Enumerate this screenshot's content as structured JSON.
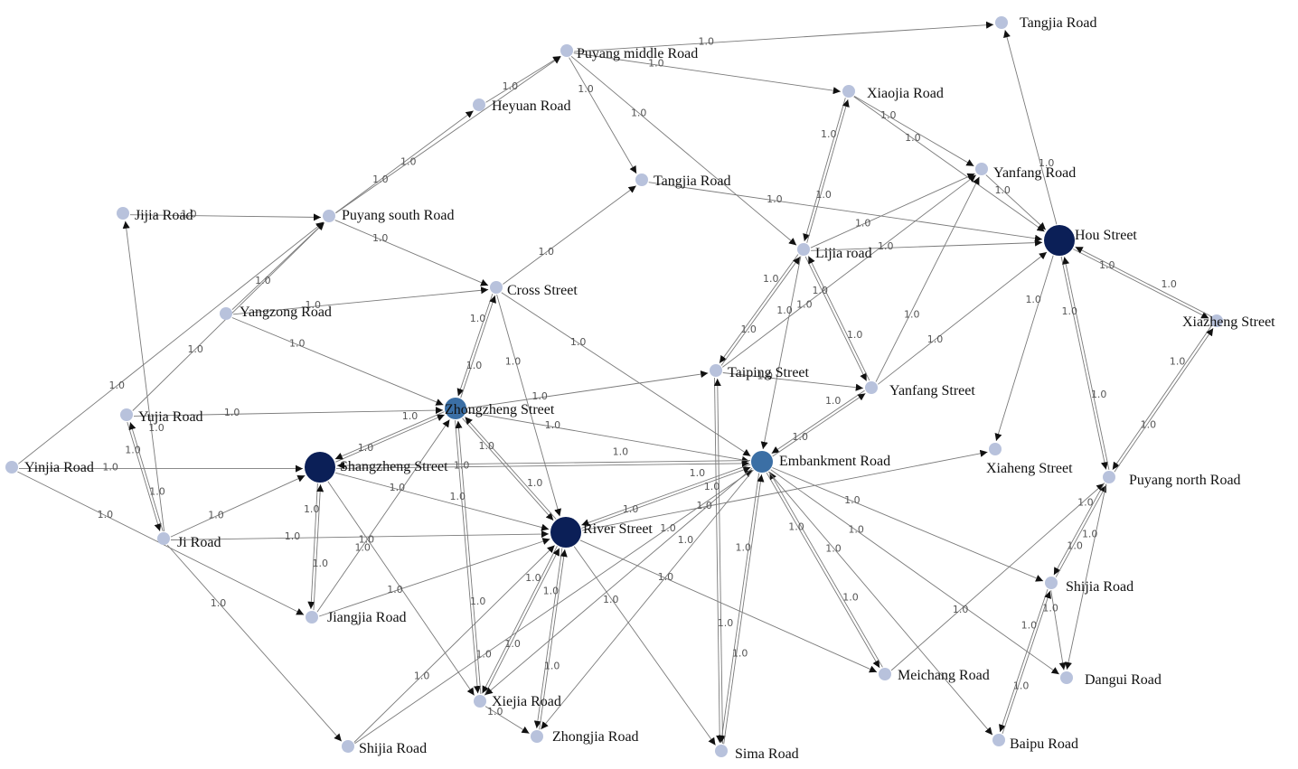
{
  "colors": {
    "minor_node": "#b8c2dc",
    "mid_node": "#3b6fa5",
    "major_node": "#0b1f57",
    "edge": "#7a7a7a",
    "arrow": "#111111"
  },
  "edge_weight_label": "1.0",
  "nodes": [
    {
      "id": "tangjia_ne",
      "label": "Tangjia Road",
      "tier": "minor"
    },
    {
      "id": "puyang_mid",
      "label": "Puyang middle Road",
      "tier": "minor"
    },
    {
      "id": "xiaojia",
      "label": "Xiaojia Road",
      "tier": "minor"
    },
    {
      "id": "heyuan",
      "label": "Heyuan Road",
      "tier": "minor"
    },
    {
      "id": "yanfang_road",
      "label": "Yanfang Road",
      "tier": "minor"
    },
    {
      "id": "tangjia_mid",
      "label": "Tangjia Road",
      "tier": "minor"
    },
    {
      "id": "jijia",
      "label": "Jijia Road",
      "tier": "minor"
    },
    {
      "id": "puyang_south",
      "label": "Puyang south Road",
      "tier": "minor"
    },
    {
      "id": "hou",
      "label": "Hou Street",
      "tier": "major"
    },
    {
      "id": "lijia",
      "label": "Lijia road",
      "tier": "minor"
    },
    {
      "id": "cross",
      "label": "Cross Street",
      "tier": "minor"
    },
    {
      "id": "yangzong",
      "label": "Yangzong Road",
      "tier": "minor"
    },
    {
      "id": "xiazheng",
      "label": "Xiazheng Street",
      "tier": "minor"
    },
    {
      "id": "taiping",
      "label": "Taiping Street",
      "tier": "minor"
    },
    {
      "id": "yanfang_street",
      "label": "Yanfang Street",
      "tier": "minor"
    },
    {
      "id": "zhongzheng",
      "label": "Zhongzheng Street",
      "tier": "mid"
    },
    {
      "id": "yujia",
      "label": "Yujia Road",
      "tier": "minor"
    },
    {
      "id": "yinjia",
      "label": "Yinjia Road",
      "tier": "minor"
    },
    {
      "id": "shangzheng",
      "label": "Shangzheng Street",
      "tier": "major"
    },
    {
      "id": "embankment",
      "label": "Embankment Road",
      "tier": "mid"
    },
    {
      "id": "xiaheng",
      "label": "Xiaheng Street",
      "tier": "minor"
    },
    {
      "id": "puyang_north",
      "label": "Puyang north Road",
      "tier": "minor"
    },
    {
      "id": "river",
      "label": "River Street",
      "tier": "major"
    },
    {
      "id": "ji",
      "label": "Ji Road",
      "tier": "minor"
    },
    {
      "id": "jiangjia",
      "label": "Jiangjia Road",
      "tier": "minor"
    },
    {
      "id": "shijia_e",
      "label": "Shijia Road",
      "tier": "minor"
    },
    {
      "id": "meichang",
      "label": "Meichang Road",
      "tier": "minor"
    },
    {
      "id": "dangui",
      "label": "Dangui Road",
      "tier": "minor"
    },
    {
      "id": "xiejia",
      "label": "Xiejia Road",
      "tier": "minor"
    },
    {
      "id": "zhongjia",
      "label": "Zhongjia Road",
      "tier": "minor"
    },
    {
      "id": "sima",
      "label": "Sima Road",
      "tier": "minor"
    },
    {
      "id": "baipu",
      "label": "Baipu Road",
      "tier": "minor"
    },
    {
      "id": "shijia_w",
      "label": "Shijia Road",
      "tier": "minor"
    }
  ],
  "edges": [
    [
      "puyang_mid",
      "tangjia_ne"
    ],
    [
      "puyang_mid",
      "xiaojia"
    ],
    [
      "puyang_mid",
      "tangjia_mid"
    ],
    [
      "puyang_mid",
      "lijia"
    ],
    [
      "heyuan",
      "puyang_mid"
    ],
    [
      "puyang_south",
      "heyuan"
    ],
    [
      "puyang_south",
      "puyang_mid"
    ],
    [
      "jijia",
      "puyang_south"
    ],
    [
      "yangzong",
      "puyang_south"
    ],
    [
      "yinjia",
      "puyang_south"
    ],
    [
      "yujia",
      "puyang_south"
    ],
    [
      "puyang_south",
      "cross"
    ],
    [
      "yangzong",
      "cross"
    ],
    [
      "yangzong",
      "zhongzheng"
    ],
    [
      "tangjia_mid",
      "hou"
    ],
    [
      "cross",
      "tangjia_mid"
    ],
    [
      "cross",
      "zhongzheng"
    ],
    [
      "cross",
      "river"
    ],
    [
      "cross",
      "embankment"
    ],
    [
      "zhongzheng",
      "cross"
    ],
    [
      "xiaojia",
      "yanfang_road"
    ],
    [
      "xiaojia",
      "hou"
    ],
    [
      "xiaojia",
      "lijia"
    ],
    [
      "lijia",
      "xiaojia"
    ],
    [
      "hou",
      "tangjia_ne"
    ],
    [
      "yanfang_road",
      "hou"
    ],
    [
      "lijia",
      "hou"
    ],
    [
      "lijia",
      "yanfang_road"
    ],
    [
      "lijia",
      "yanfang_street"
    ],
    [
      "lijia",
      "taiping"
    ],
    [
      "lijia",
      "embankment"
    ],
    [
      "taiping",
      "lijia"
    ],
    [
      "taiping",
      "yanfang_road"
    ],
    [
      "yanfang_street",
      "yanfang_road"
    ],
    [
      "yanfang_street",
      "hou"
    ],
    [
      "yanfang_street",
      "lijia"
    ],
    [
      "hou",
      "xiazheng"
    ],
    [
      "xiazheng",
      "hou"
    ],
    [
      "hou",
      "xiaheng"
    ],
    [
      "hou",
      "puyang_north"
    ],
    [
      "puyang_north",
      "hou"
    ],
    [
      "xiazheng",
      "puyang_north"
    ],
    [
      "puyang_north",
      "xiazheng"
    ],
    [
      "zhongzheng",
      "taiping"
    ],
    [
      "taiping",
      "yanfang_street"
    ],
    [
      "taiping",
      "sima"
    ],
    [
      "sima",
      "taiping"
    ],
    [
      "yanfang_street",
      "embankment"
    ],
    [
      "embankment",
      "yanfang_street"
    ],
    [
      "yujia",
      "zhongzheng"
    ],
    [
      "jiangjia",
      "zhongzheng"
    ],
    [
      "zhongzheng",
      "embankment"
    ],
    [
      "zhongzheng",
      "river"
    ],
    [
      "zhongzheng",
      "xiejia"
    ],
    [
      "xiejia",
      "zhongzheng"
    ],
    [
      "river",
      "zhongzheng"
    ],
    [
      "shangzheng",
      "zhongzheng"
    ],
    [
      "zhongzheng",
      "shangzheng"
    ],
    [
      "yinjia",
      "shangzheng"
    ],
    [
      "yinjia",
      "jiangjia"
    ],
    [
      "yujia",
      "ji"
    ],
    [
      "ji",
      "jijia"
    ],
    [
      "ji",
      "shangzheng"
    ],
    [
      "ji",
      "river"
    ],
    [
      "ji",
      "yujia"
    ],
    [
      "ji",
      "shijia_w"
    ],
    [
      "shangzheng",
      "jiangjia"
    ],
    [
      "jiangjia",
      "shangzheng"
    ],
    [
      "shangzheng",
      "river"
    ],
    [
      "shangzheng",
      "xiejia"
    ],
    [
      "shangzheng",
      "embankment"
    ],
    [
      "embankment",
      "shangzheng"
    ],
    [
      "jiangjia",
      "river"
    ],
    [
      "river",
      "embankment"
    ],
    [
      "embankment",
      "river"
    ],
    [
      "river",
      "xiejia"
    ],
    [
      "xiejia",
      "river"
    ],
    [
      "river",
      "zhongjia"
    ],
    [
      "zhongjia",
      "river"
    ],
    [
      "river",
      "sima"
    ],
    [
      "river",
      "meichang"
    ],
    [
      "shijia_w",
      "river"
    ],
    [
      "shijia_w",
      "embankment"
    ],
    [
      "river",
      "xiaheng"
    ],
    [
      "embankment",
      "xiejia"
    ],
    [
      "embankment",
      "zhongjia"
    ],
    [
      "embankment",
      "sima"
    ],
    [
      "sima",
      "embankment"
    ],
    [
      "embankment",
      "meichang"
    ],
    [
      "meichang",
      "embankment"
    ],
    [
      "embankment",
      "dangui"
    ],
    [
      "embankment",
      "shijia_e"
    ],
    [
      "embankment",
      "baipu"
    ],
    [
      "meichang",
      "puyang_north"
    ],
    [
      "puyang_north",
      "shijia_e"
    ],
    [
      "shijia_e",
      "puyang_north"
    ],
    [
      "puyang_north",
      "dangui"
    ],
    [
      "shijia_e",
      "dangui"
    ],
    [
      "shijia_e",
      "baipu"
    ],
    [
      "baipu",
      "shijia_e"
    ],
    [
      "xiejia",
      "zhongjia"
    ]
  ]
}
